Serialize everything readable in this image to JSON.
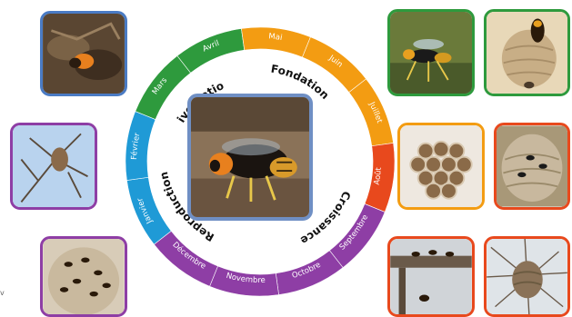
{
  "diagram": {
    "months": [
      "Janvier",
      "Février",
      "Mars",
      "Avril",
      "Mai",
      "Juin",
      "Juillet",
      "Août",
      "Septembre",
      "Octobre",
      "Novembre",
      "Décembre"
    ],
    "month_colors": [
      "#1f9ad6",
      "#1f9ad6",
      "#2e9a3d",
      "#2e9a3d",
      "#f39c12",
      "#f39c12",
      "#f39c12",
      "#e8491d",
      "#8e3ea5",
      "#8e3ea5",
      "#8e3ea5",
      "#8e3ea5"
    ],
    "phases": {
      "hivernation": "Hivernation",
      "fondation": "Fondation",
      "croissance": "Croissance",
      "reproduction": "Reproduction"
    },
    "colors": {
      "hivernation": "#1f9ad6",
      "fondation": "#2e9a3d",
      "croissance": "#f39c12",
      "aout": "#e8491d",
      "reproduction": "#8e3ea5",
      "center_frame": "#6f8fc4"
    }
  },
  "corner_mark": "v"
}
